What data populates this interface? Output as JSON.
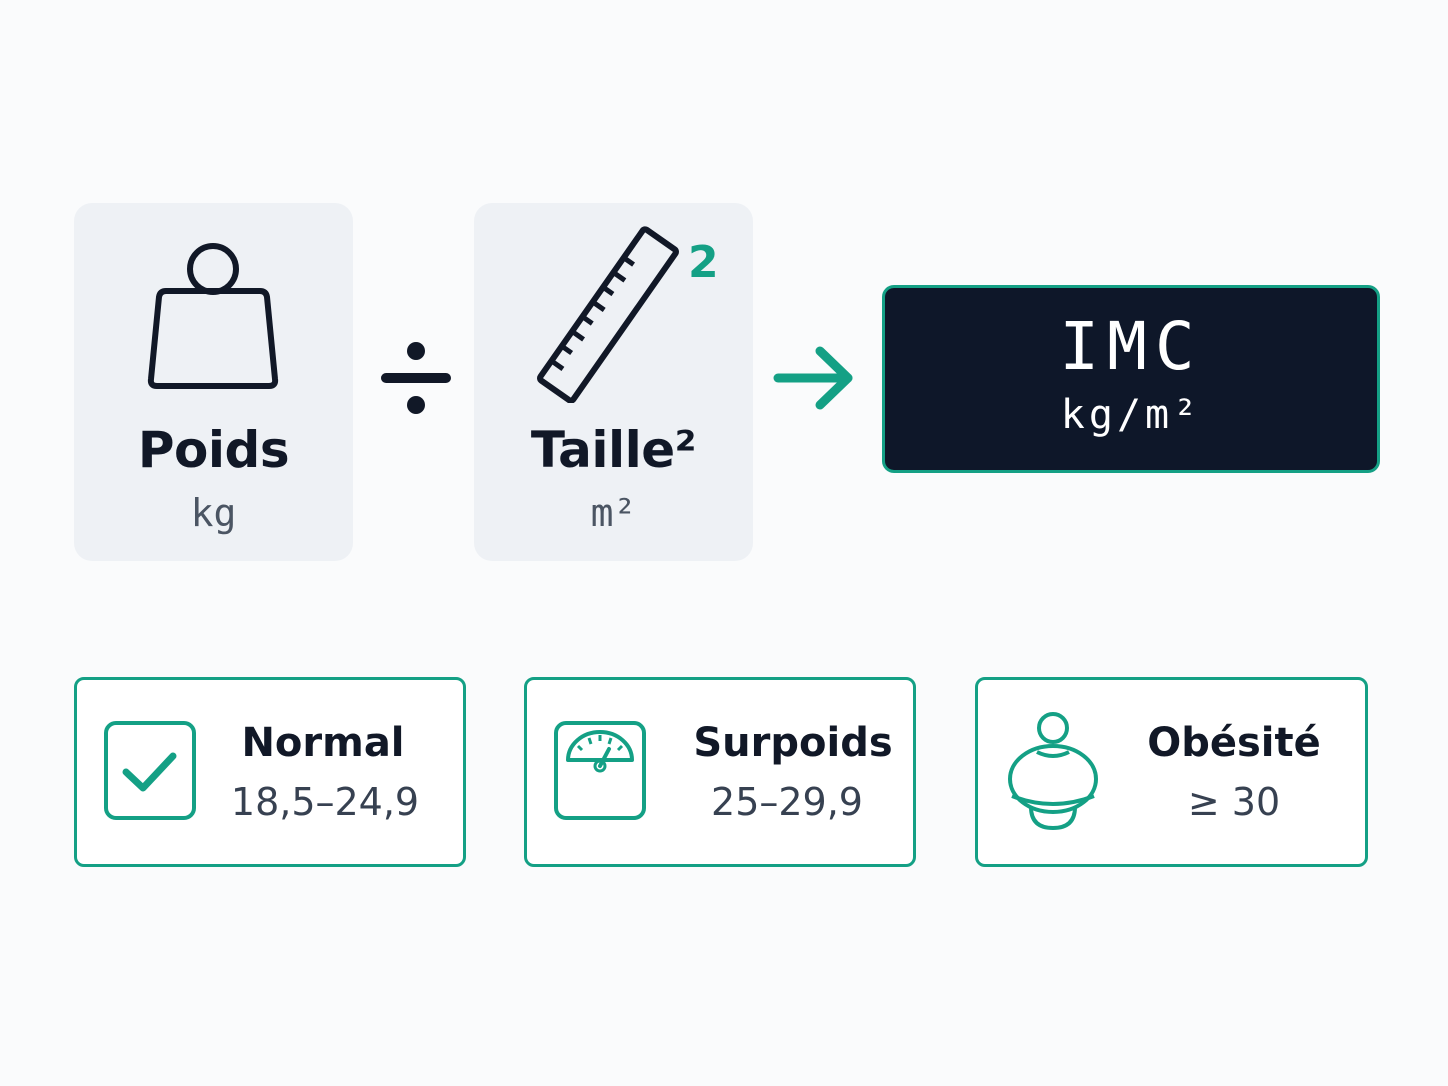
{
  "formula": {
    "numerator": {
      "label": "Poids",
      "unit": "kg",
      "icon": "weight-icon"
    },
    "operator": {
      "icon": "divide-icon"
    },
    "denominator": {
      "label": "Taille²",
      "unit": "m²",
      "exponent_badge": "2",
      "icon": "ruler-icon"
    },
    "arrow": {
      "icon": "arrow-right-icon"
    },
    "result": {
      "label": "IMC",
      "unit": "kg/m²"
    }
  },
  "categories": [
    {
      "name": "Normal",
      "range": "18,5–24,9",
      "icon": "checkbox-check-icon"
    },
    {
      "name": "Surpoids",
      "range": "25–29,9",
      "icon": "scale-gauge-icon"
    },
    {
      "name": "Obésité",
      "range": "≥ 30",
      "icon": "body-icon"
    }
  ],
  "colors": {
    "accent": "#14a085",
    "dark": "#0e1729",
    "card": "#eef1f5",
    "background": "#fafbfc"
  }
}
